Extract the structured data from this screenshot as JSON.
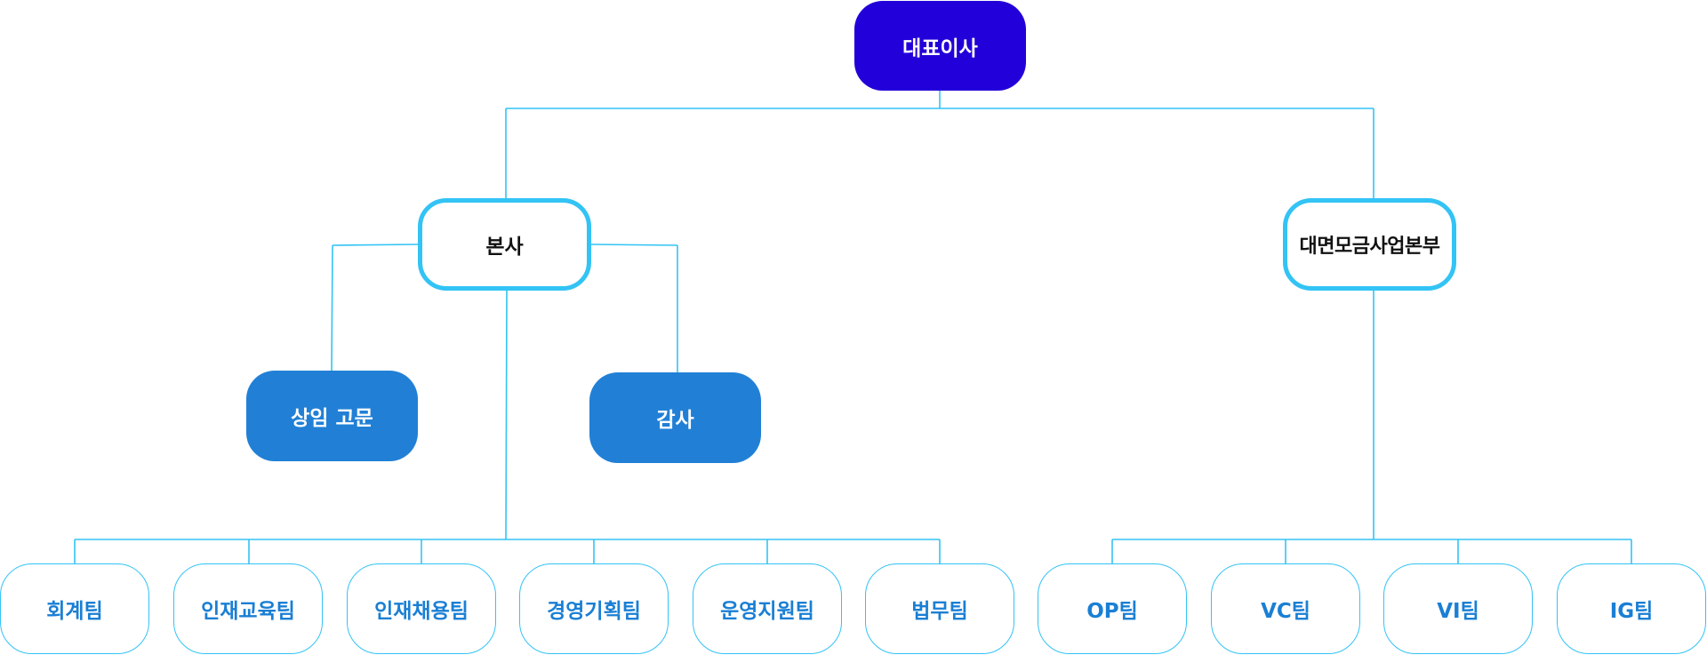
{
  "colors": {
    "ceo_fill": "#2200d9",
    "division_border": "#33c3f5",
    "staff_fill": "#2180d6",
    "team_border": "#33c3f5",
    "team_text": "#1a7fd4",
    "connector": "#33c3f5"
  },
  "chart": {
    "ceo": "대표이사",
    "divisions": [
      {
        "label": "본사",
        "staff": [
          "상임 고문",
          "감사"
        ],
        "teams": [
          "회계팀",
          "인재교육팀",
          "인재채용팀",
          "경영기획팀",
          "운영지원팀",
          "법무팀"
        ]
      },
      {
        "label": "대면모금사업본부",
        "teams": [
          "OP팀",
          "VC팀",
          "VI팀",
          "IG팀"
        ]
      }
    ]
  }
}
